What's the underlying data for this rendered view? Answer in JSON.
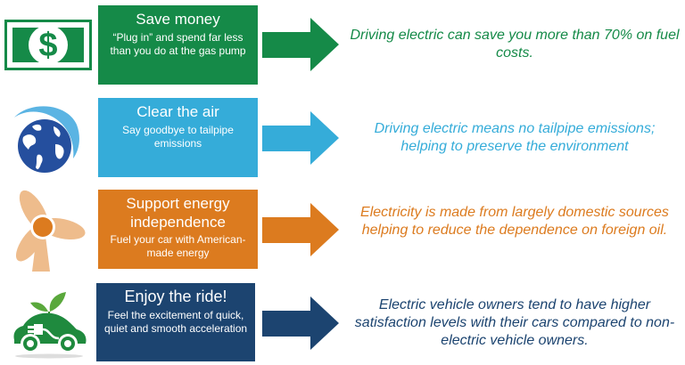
{
  "colors": {
    "green": "#158a48",
    "blue": "#35acd9",
    "orange": "#dc7b1f",
    "navy": "#1c4470",
    "orange_light": "#eebc8c",
    "globe_blue": "#254f9e",
    "swoosh_blue": "#5bb4e3"
  },
  "rows": [
    {
      "icon": "money-bill-icon",
      "title": "Save money",
      "subtitle": "“Plug in” and spend far less than you do at the gas pump",
      "description": "Driving electric can save you more than 70% on fuel costs."
    },
    {
      "icon": "globe-icon",
      "title": "Clear the air",
      "subtitle": "Say goodbye to tailpipe emissions",
      "description": "Driving electric means no tailpipe emissions; helping to preserve the environment"
    },
    {
      "icon": "wind-turbine-icon",
      "title": "Support energy independence",
      "subtitle": "Fuel your car with American-made energy",
      "description": "Electricity is made from largely domestic sources helping to reduce the dependence on foreign oil."
    },
    {
      "icon": "electric-car-icon",
      "title": "Enjoy the ride!",
      "subtitle": "Feel the excitement of quick, quiet and smooth acceleration",
      "description": "Electric vehicle owners tend to have higher satisfaction levels with their cars compared to non-electric vehicle owners."
    }
  ]
}
